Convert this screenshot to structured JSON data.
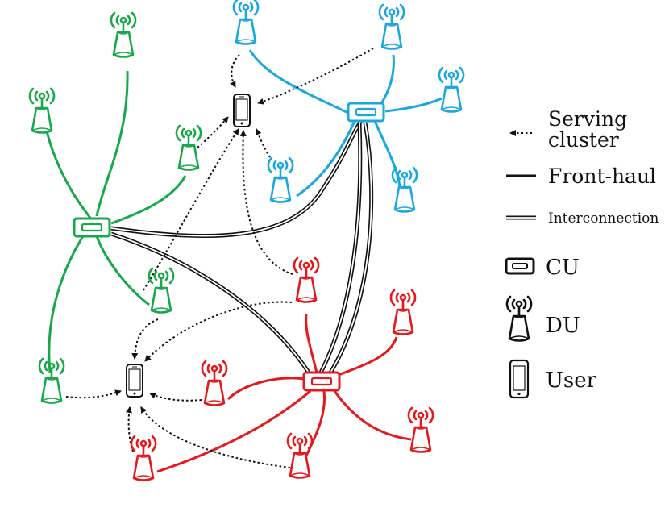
{
  "colors": {
    "green": "#18a84a",
    "blue": "#1aa7e0",
    "red": "#e5191c",
    "black": "#111111"
  },
  "legend": {
    "serving_cluster": [
      "Serving",
      "cluster"
    ],
    "front_haul": "Front-haul",
    "interconnection": "Interconnection",
    "cu": "CU",
    "du": "DU",
    "user": "User"
  },
  "icons": {
    "du": "du-antenna-icon",
    "cu": "cu-box-icon",
    "user": "smartphone-icon"
  }
}
